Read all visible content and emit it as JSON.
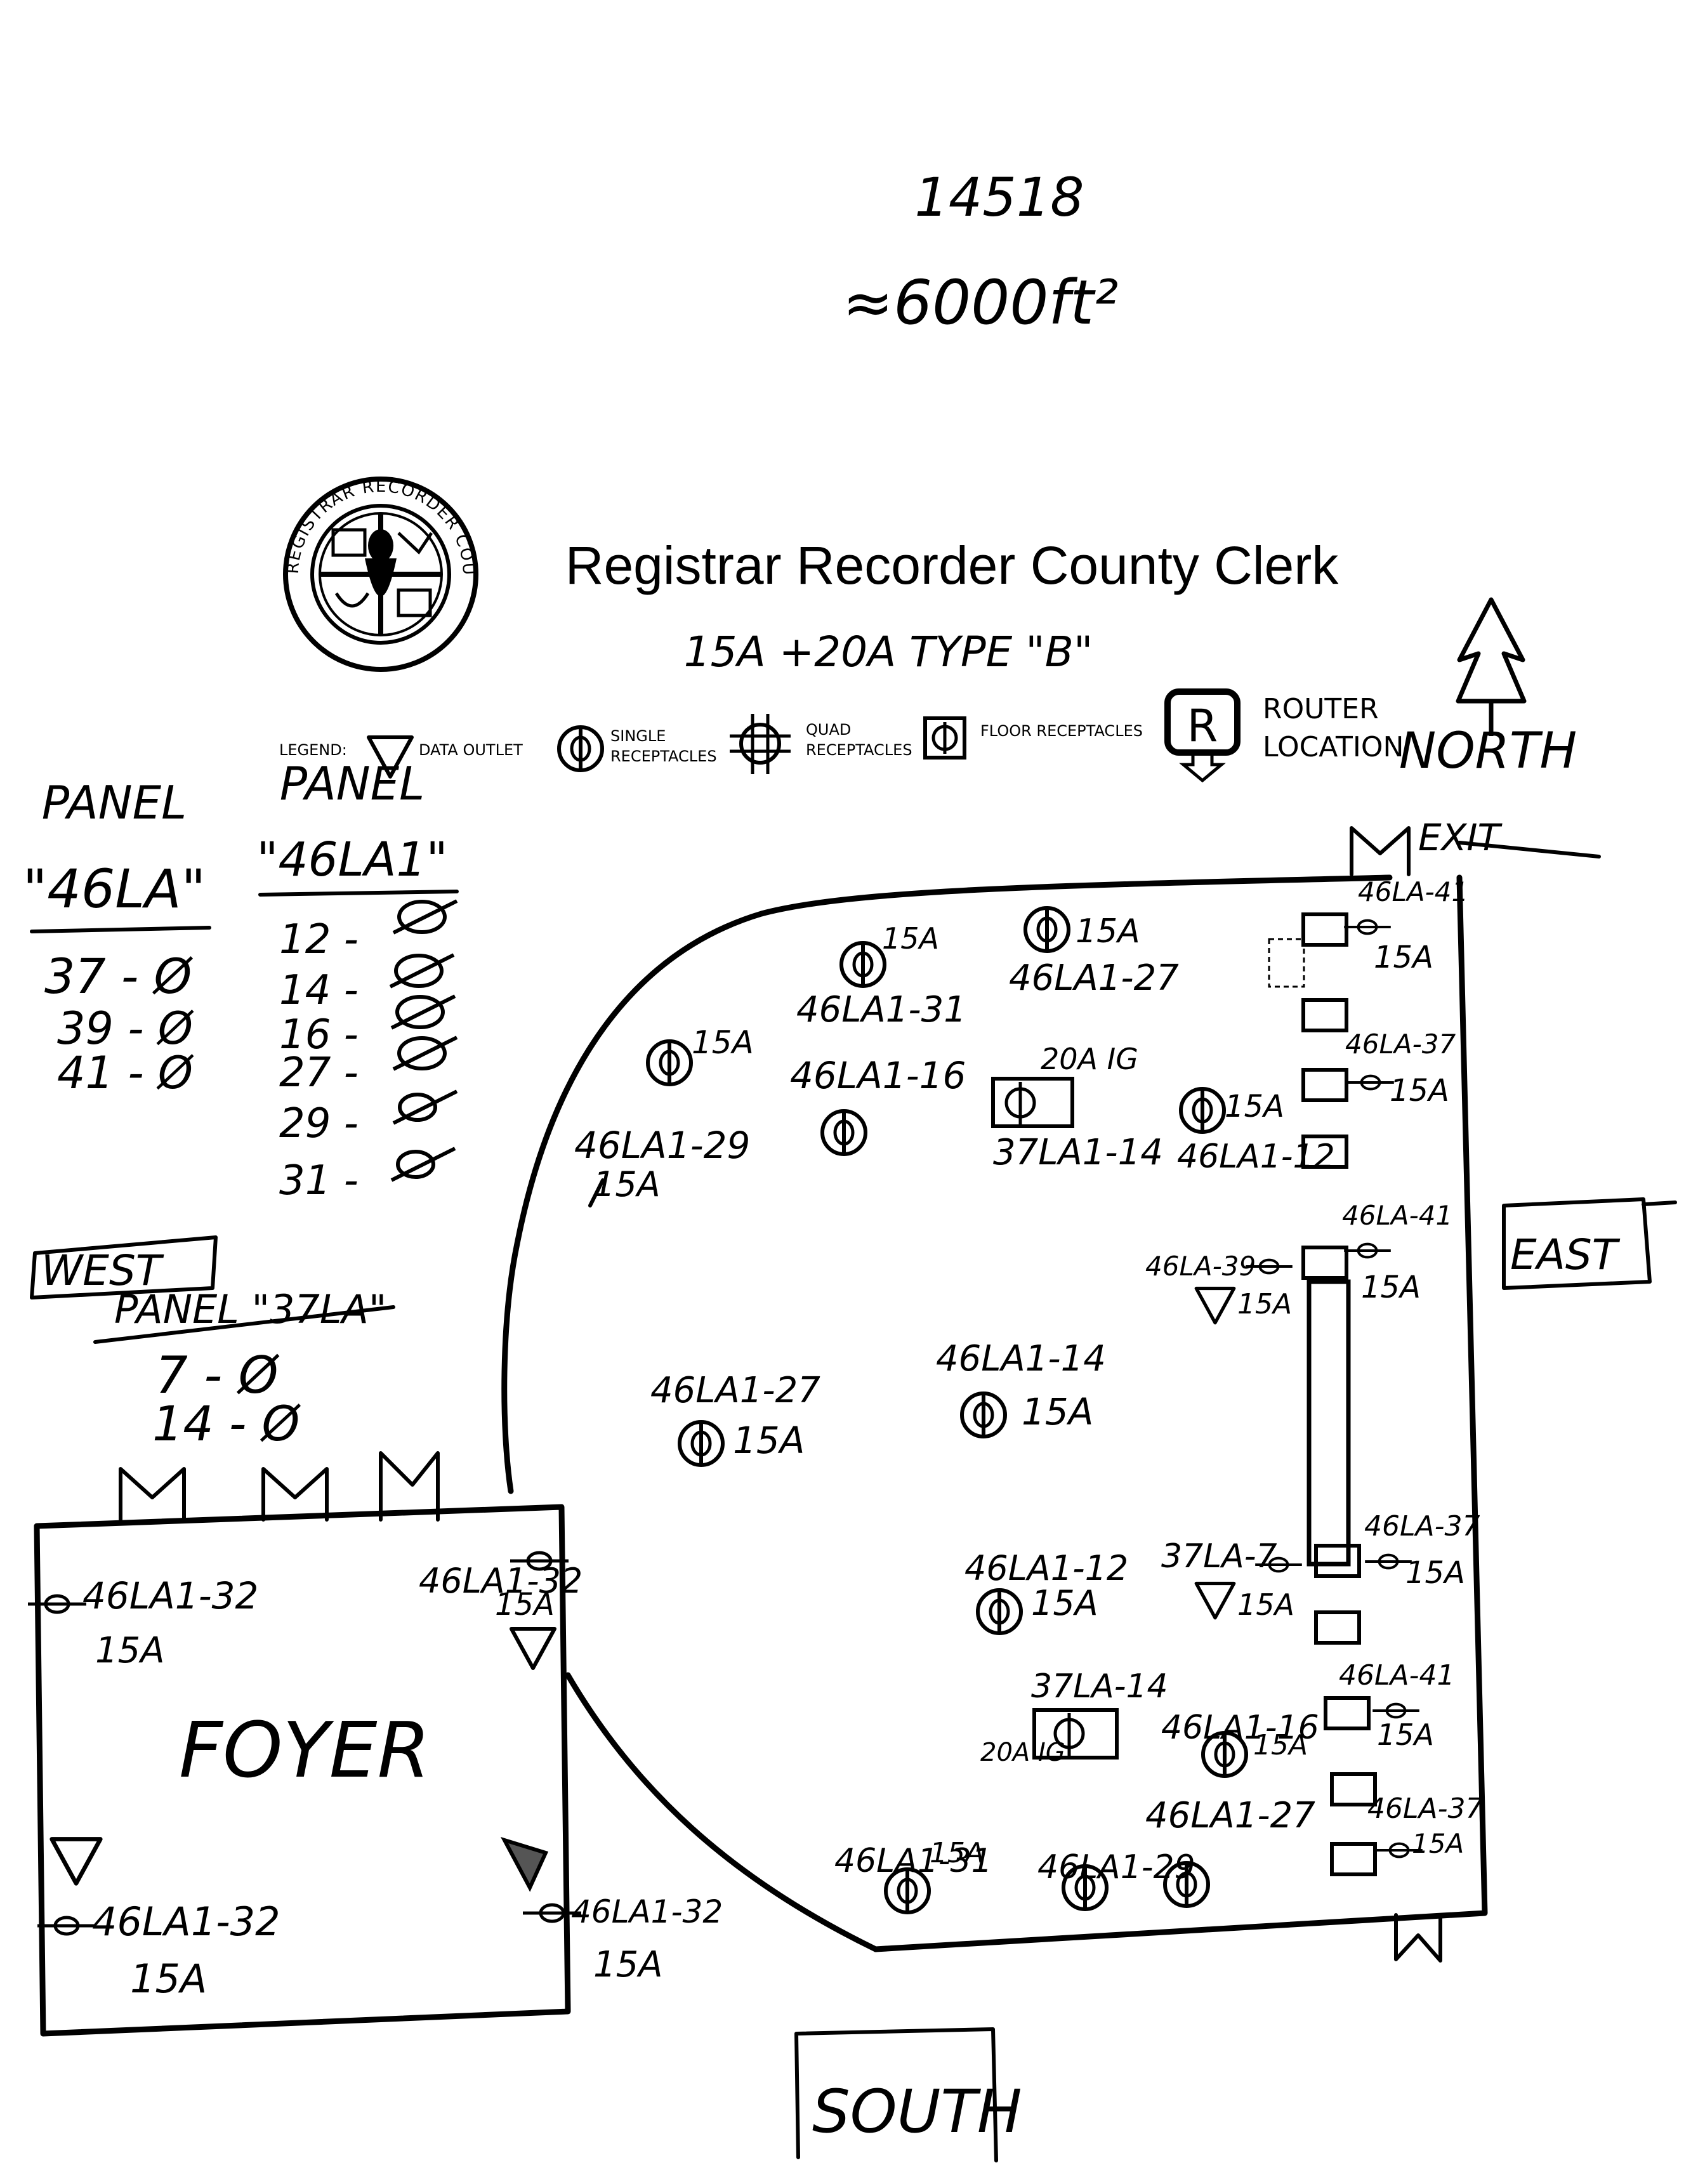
{
  "header": {
    "project_number": "14518",
    "area": "≈6000ft²",
    "org_title": "Registrar Recorder County Clerk",
    "spec": "15A +20A TYPE \"B\""
  },
  "seal": {
    "ring_text": "REGISTRAR RECORDER COUNTY CLERK"
  },
  "legend": {
    "prefix": "LEGEND:",
    "data_outlet": "DATA OUTLET",
    "single_1": "SINGLE",
    "single_2": "RECEPTACLES",
    "quad_1": "QUAD",
    "quad_2": "RECEPTACLES",
    "floor": "FLOOR RECEPTACLES",
    "router_glyph": "R",
    "router_1": "ROUTER",
    "router_2": "LOCATION",
    "north": "NORTH"
  },
  "panels": {
    "p46la": {
      "title_1": "PANEL",
      "title_2": "\"46LA\"",
      "rows": [
        "37 - Ø",
        "39 - Ø",
        "41 - Ø"
      ]
    },
    "p46la1": {
      "title_1": "PANEL",
      "title_2": "\"46LA1\"",
      "rows": [
        "12 -",
        "14 -",
        "16 -",
        "27 -",
        "29 -",
        "31 -"
      ]
    },
    "p37la": {
      "west": "WEST",
      "title": "PANEL \"37LA\"",
      "rows": [
        "7 - Ø",
        "14 - Ø"
      ]
    }
  },
  "compass": {
    "exit": "EXIT",
    "east": "EAST",
    "south": "SOUTH"
  },
  "foyer": {
    "title": "FOYER",
    "labels": [
      "46LA1-32",
      "15A",
      "46LA1-32",
      "15A",
      "46LA1-32",
      "15A",
      "46LA1-32",
      "15A"
    ]
  },
  "plan": {
    "labels": [
      "15A",
      "46LA1-31",
      "15A",
      "46LA1-27",
      "15A",
      "46LA1-16",
      "46LA1-29",
      "15A",
      "20A IG",
      "37LA1-14",
      "15A",
      "46LA1-12",
      "46LA-41",
      "15A",
      "46LA-37",
      "15A",
      "46LA-41",
      "15A",
      "46LA-39",
      "15A",
      "46LA1-27",
      "15A",
      "46LA1-14",
      "15A",
      "46LA1-12",
      "15A",
      "37LA-7",
      "15A",
      "46LA-37",
      "15A",
      "37LA-14",
      "20A IG",
      "46LA1-16",
      "15A",
      "46LA-41",
      "15A",
      "46LA1-31",
      "15A",
      "46LA1-29",
      "46LA1-27",
      "46LA-37",
      "15A"
    ]
  }
}
